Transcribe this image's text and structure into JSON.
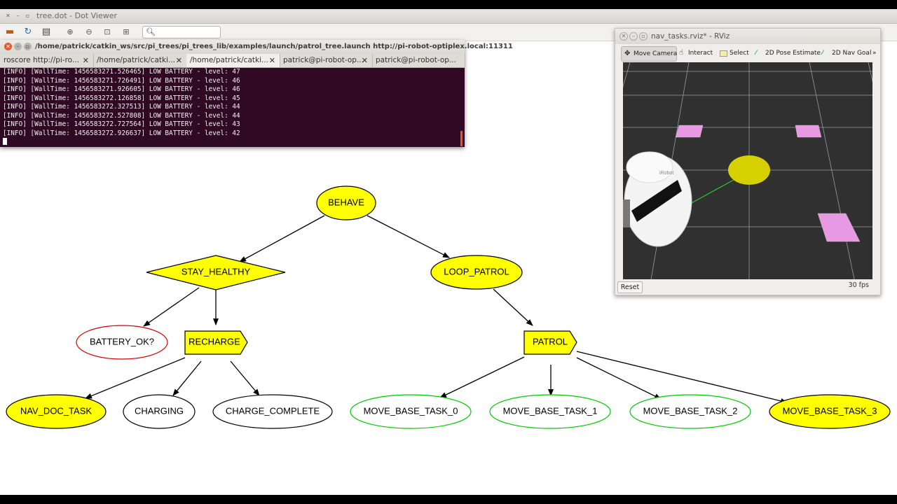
{
  "dot_viewer": {
    "title": "tree.dot - Dot Viewer",
    "toolbar_icons": [
      "open-icon",
      "reload-icon",
      "print-icon",
      "zoom-in-icon",
      "zoom-out-icon",
      "zoom-fit-icon",
      "zoom-100-icon"
    ],
    "search_icon": "search-icon",
    "search_value": ""
  },
  "terminal": {
    "title": "/home/patrick/catkin_ws/src/pi_trees/pi_trees_lib/examples/launch/patrol_tree.launch http://pi-robot-optiplex.local:11311",
    "tabs": [
      {
        "label": "roscore http://pi-ro...",
        "closable": true
      },
      {
        "label": "/home/patrick/catki...",
        "closable": true
      },
      {
        "label": "/home/patrick/catki...",
        "closable": true
      },
      {
        "label": "patrick@pi-robot-op...",
        "closable": true
      },
      {
        "label": "patrick@pi-robot-op...",
        "closable": false
      }
    ],
    "lines": [
      "[INFO] [WallTime: 1456583271.526465] LOW BATTERY - level: 47",
      "[INFO] [WallTime: 1456583271.726491] LOW BATTERY - level: 46",
      "[INFO] [WallTime: 1456583271.926605] LOW BATTERY - level: 46",
      "[INFO] [WallTime: 1456583272.126858] LOW BATTERY - level: 45",
      "[INFO] [WallTime: 1456583272.327513] LOW BATTERY - level: 44",
      "[INFO] [WallTime: 1456583272.527808] LOW BATTERY - level: 44",
      "[INFO] [WallTime: 1456583272.727564] LOW BATTERY - level: 43",
      "[INFO] [WallTime: 1456583272.926637] LOW BATTERY - level: 42"
    ]
  },
  "rviz": {
    "title": "nav_tasks.rviz* - RViz",
    "tools": [
      "Move Camera",
      "Interact",
      "Select",
      "2D Pose Estimate",
      "2D Nav Goal"
    ],
    "active_tool": "Move Camera",
    "more": "»",
    "reset_label": "Reset",
    "fps": "30 fps",
    "robot_logo": "iRobot",
    "colors": {
      "grid_bg": "#303030",
      "waypoint": "#e79ae3",
      "goal": "#d6d000",
      "path": "#2ec82e"
    }
  },
  "behavior_tree": {
    "colors": {
      "active_fill": "#ffff00",
      "success": "#00c800",
      "failure": "#d20000",
      "idle": "#000000"
    },
    "nodes": {
      "behave": "BEHAVE",
      "stay_healthy": "STAY_HEALTHY",
      "loop_patrol": "LOOP_PATROL",
      "battery_ok": "BATTERY_OK?",
      "recharge": "RECHARGE",
      "patrol": "PATROL",
      "nav_doc_task": "NAV_DOC_TASK",
      "charging": "CHARGING",
      "charge_complete": "CHARGE_COMPLETE",
      "move_base_task_0": "MOVE_BASE_TASK_0",
      "move_base_task_1": "MOVE_BASE_TASK_1",
      "move_base_task_2": "MOVE_BASE_TASK_2",
      "move_base_task_3": "MOVE_BASE_TASK_3"
    }
  }
}
